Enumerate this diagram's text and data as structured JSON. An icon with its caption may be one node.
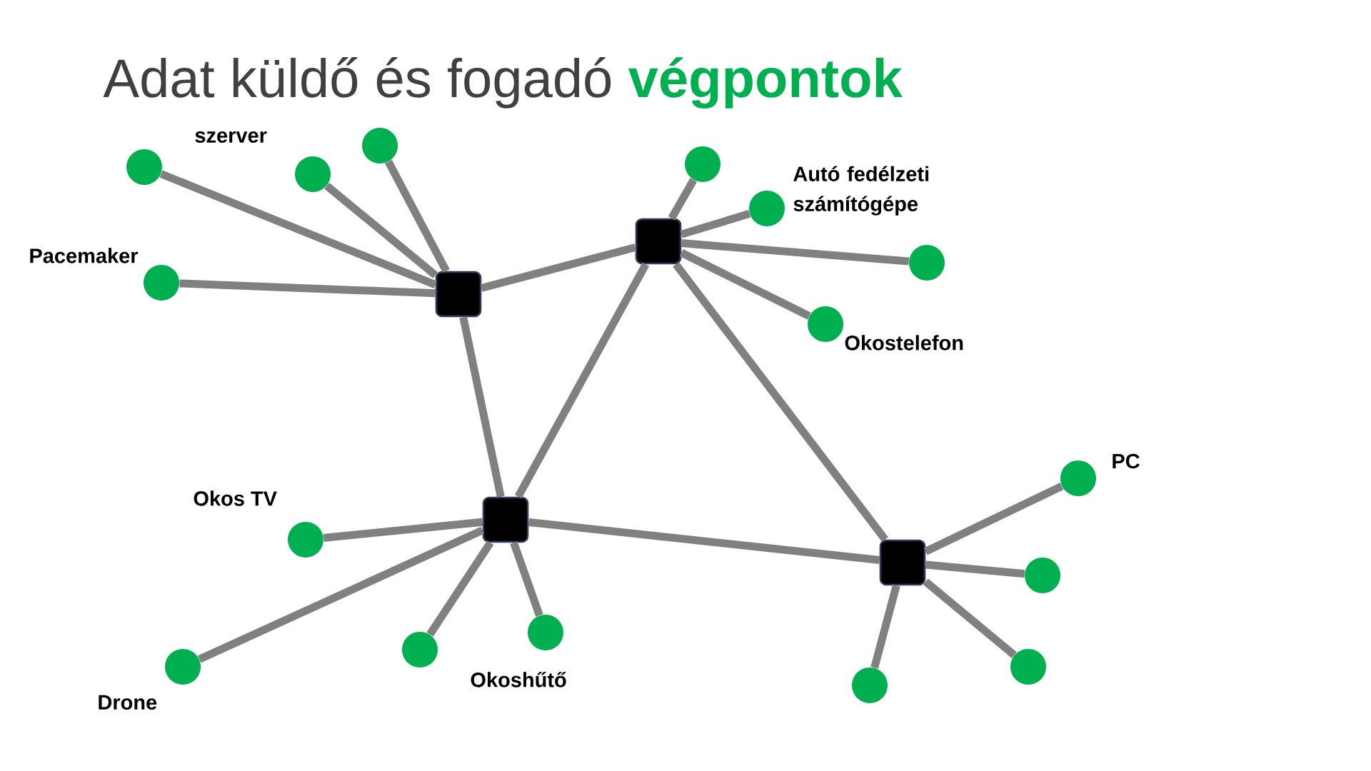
{
  "diagram": {
    "title": "Adat küldő és fogadó **végpontok**",
    "nodes": [
      {
        "text": [],
        "shape": "circle"
      },
      {
        "text": [],
        "shape": "circle",
        "beside": [
          "szerver"
        ]
      },
      {
        "text": [],
        "shape": "circle"
      },
      {
        "text": [],
        "shape": "circle",
        "beside": [
          "Pacemaker"
        ]
      },
      {
        "text": [],
        "shape": "box"
      },
      {
        "text": [],
        "shape": "circle"
      },
      {
        "text": [],
        "shape": "circle",
        "beside": [
          "Autó fedélzeti számítógépe"
        ]
      },
      {
        "text": [],
        "shape": "box"
      },
      {
        "text": [],
        "shape": "circle"
      },
      {
        "text": [],
        "shape": "circle",
        "beside": [
          "Okostelefon"
        ]
      },
      {
        "text": [],
        "shape": "circle",
        "beside": [
          "Okos TV"
        ]
      },
      {
        "text": [],
        "shape": "box"
      },
      {
        "text": [],
        "shape": "circle",
        "beside": [
          "Drone"
        ]
      },
      {
        "text": [],
        "shape": "circle"
      },
      {
        "text": [],
        "shape": "circle",
        "beside": [
          "Okoshűtő"
        ]
      },
      {
        "text": [],
        "shape": "circle",
        "beside": [
          "PC"
        ]
      },
      {
        "text": [],
        "shape": "box"
      },
      {
        "text": [],
        "shape": "circle"
      },
      {
        "text": [],
        "shape": "circle"
      },
      {
        "text": [],
        "shape": "circle"
      }
    ],
    "edges": [
      {
        "from": 4,
        "to": 0,
        "arrow": "none"
      },
      {
        "from": 4,
        "to": 1,
        "arrow": "none"
      },
      {
        "from": 4,
        "to": 2,
        "arrow": "none"
      },
      {
        "from": 4,
        "to": 3,
        "arrow": "none"
      },
      {
        "from": 7,
        "to": 5,
        "arrow": "none"
      },
      {
        "from": 7,
        "to": 6,
        "arrow": "none"
      },
      {
        "from": 7,
        "to": 8,
        "arrow": "none"
      },
      {
        "from": 7,
        "to": 9,
        "arrow": "none"
      },
      {
        "from": 11,
        "to": 10,
        "arrow": "none"
      },
      {
        "from": 11,
        "to": 12,
        "arrow": "none"
      },
      {
        "from": 11,
        "to": 13,
        "arrow": "none"
      },
      {
        "from": 11,
        "to": 14,
        "arrow": "none"
      },
      {
        "from": 16,
        "to": 15,
        "arrow": "none"
      },
      {
        "from": 16,
        "to": 17,
        "arrow": "none"
      },
      {
        "from": 16,
        "to": 18,
        "arrow": "none"
      },
      {
        "from": 16,
        "to": 19,
        "arrow": "none"
      },
      {
        "from": 4,
        "to": 7,
        "arrow": "none"
      },
      {
        "from": 4,
        "to": 11,
        "arrow": "none"
      },
      {
        "from": 7,
        "to": 11,
        "arrow": "none"
      },
      {
        "from": 7,
        "to": 16,
        "arrow": "none"
      },
      {
        "from": 11,
        "to": 16,
        "arrow": "none"
      }
    ]
  }
}
